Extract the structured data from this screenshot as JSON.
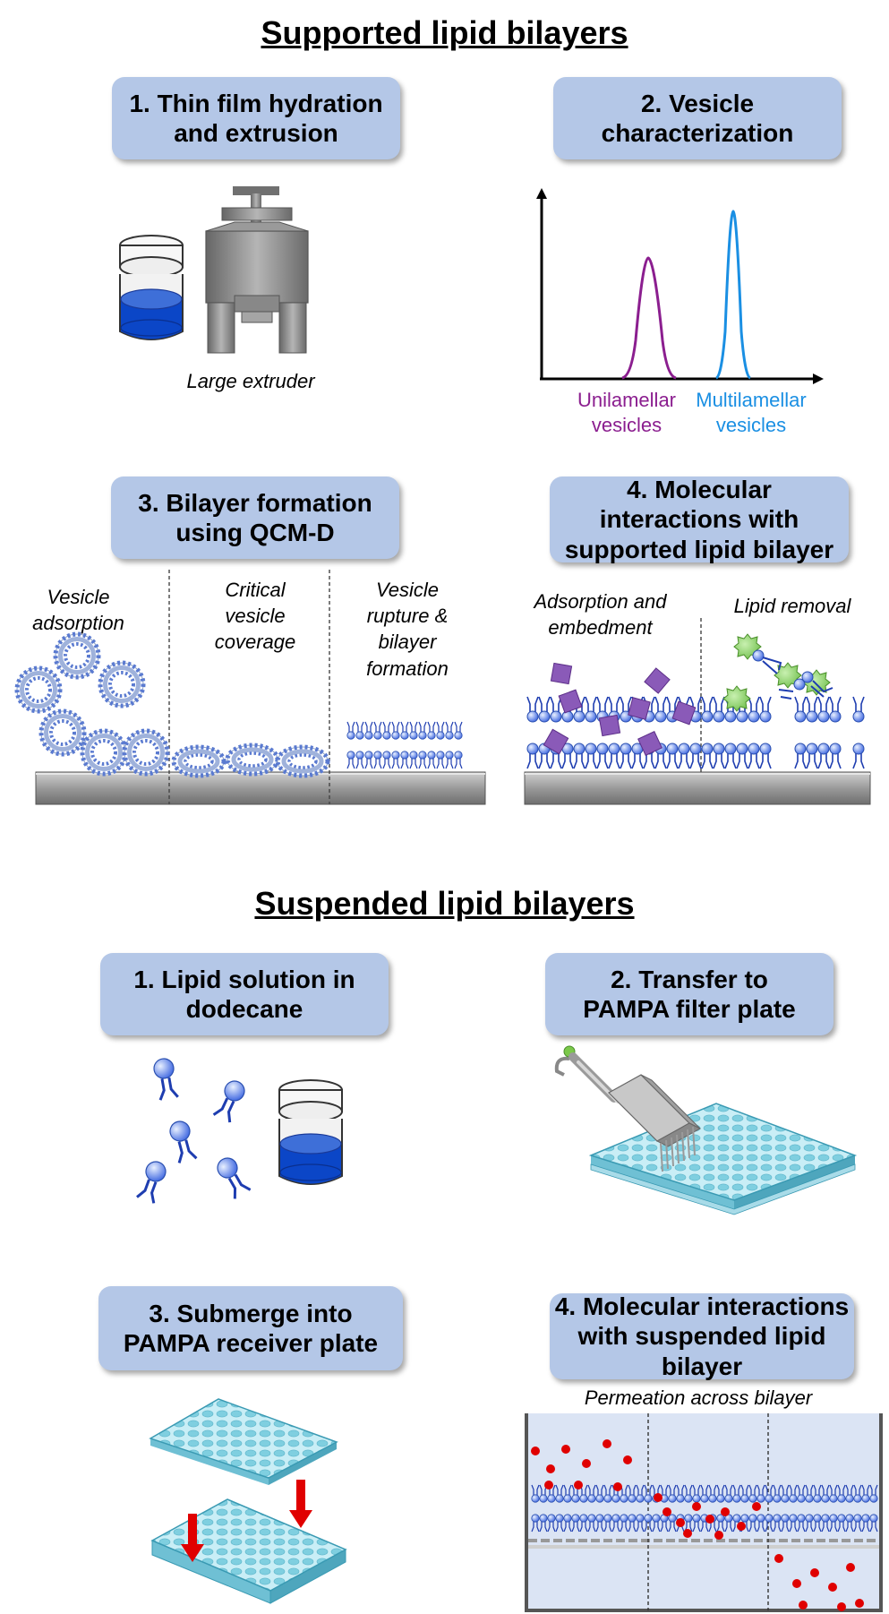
{
  "supported": {
    "title": "Supported lipid bilayers",
    "steps": [
      "1. Thin film hydration and extrusion",
      "2. Vesicle characterization",
      "3. Bilayer formation using QCM-D",
      "4. Molecular interactions with supported lipid bilayer"
    ],
    "extruder_label": "Large extruder",
    "chart_data": {
      "type": "line",
      "series": [
        {
          "name": "Unilamellar vesicles",
          "color": "#8b1e8f"
        },
        {
          "name": "Multilamellar vesicles",
          "color": "#1a8fe3"
        }
      ]
    },
    "unilamellar_line1": "Unilamellar",
    "unilamellar_line2": "vesicles",
    "multilamellar_line1": "Multilamellar",
    "multilamellar_line2": "vesicles",
    "stage_labels": [
      [
        "Vesicle",
        "adsorption"
      ],
      [
        "Critical",
        "vesicle",
        "coverage"
      ],
      [
        "Vesicle",
        "rupture &",
        "bilayer",
        "formation"
      ]
    ],
    "interaction_labels": [
      [
        "Adsorption and",
        "embedment"
      ],
      [
        "Lipid removal"
      ]
    ]
  },
  "suspended": {
    "title": "Suspended lipid bilayers",
    "steps": [
      "1. Lipid solution in dodecane",
      "2. Transfer to PAMPA filter plate",
      "3. Submerge into PAMPA receiver plate",
      "4. Molecular interactions with suspended lipid bilayer"
    ],
    "permeation_label": "Permeation across bilayer"
  },
  "colors": {
    "box": "#b4c7e7",
    "lipid": "#4169e1",
    "peptide": "#7b3fa0",
    "drug": "#e00000",
    "plate": "#a8dbe8"
  }
}
